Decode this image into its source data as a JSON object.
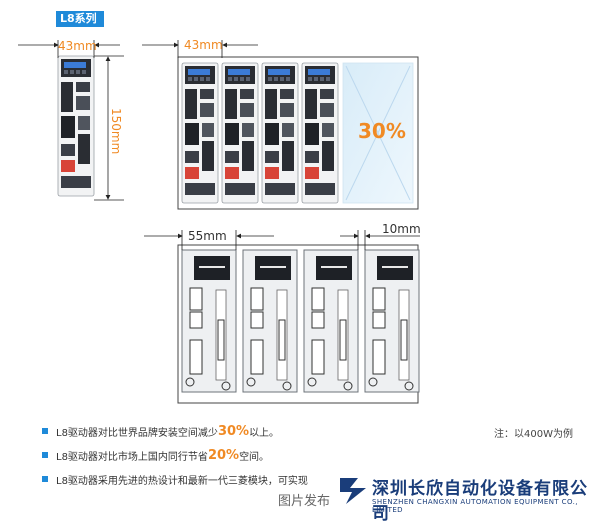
{
  "header": {
    "series_label": "L8系列"
  },
  "dims": {
    "single_width": "43mm",
    "group_width": "43mm",
    "height": "150mm",
    "compact_width": "55mm",
    "gap": "10mm",
    "reduction": "30%"
  },
  "note": "注：以400W为例",
  "bullets": [
    {
      "pre": "L8驱动器对比世界品牌安装空间减少",
      "hl": "30%",
      "post": "以上。"
    },
    {
      "pre": "L8驱动器对比市场上国内同行节省",
      "hl": "20%",
      "post": "空间。"
    },
    {
      "pre": "L8驱动器采用先进的热设计和最新一代三菱模块，可实现",
      "hl": "",
      "post": ""
    }
  ],
  "logo": {
    "name_cn": "深圳长欣自动化设备有限公司",
    "name_en": "SHENZHEN CHANGXIN AUTOMATION EQUIPMENT CO., LIMITED"
  },
  "watermark": "图片发布",
  "colors": {
    "accent": "#1f8ad9",
    "highlight": "#f08a24",
    "brand": "#1a3d7a"
  }
}
